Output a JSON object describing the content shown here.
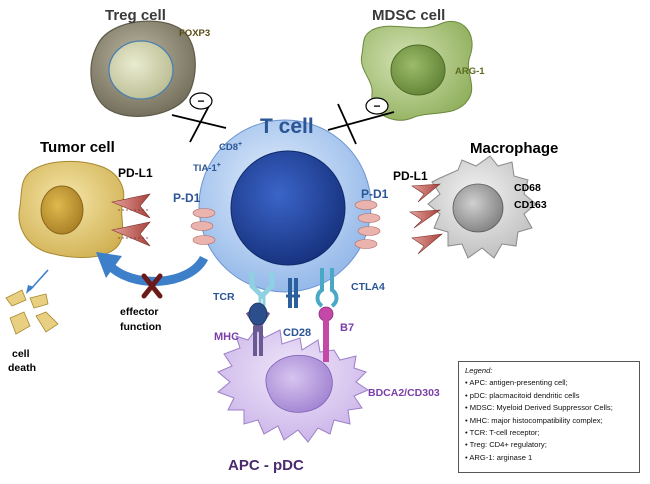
{
  "labels": {
    "treg_title": "Treg cell",
    "treg_marker": "FOXP3",
    "mdsc_title": "MDSC cell",
    "mdsc_marker": "ARG-1",
    "tcell_title": "T cell",
    "tcell_marker1": "CD8",
    "tcell_marker1_sup": "+",
    "tcell_marker2": "TIA-1",
    "tcell_marker2_sup": "+",
    "tumor_title": "Tumor cell",
    "tumor_ligand": "PD-L1",
    "pd1_left": "P-D1",
    "pd1_right": "P-D1",
    "macro_title": "Macrophage",
    "macro_ligand": "PD-L1",
    "macro_marker1": "CD68",
    "macro_marker2": "CD163",
    "effector_line1": "effector",
    "effector_line2": "function",
    "cell_death_line1": "cell",
    "cell_death_line2": "death",
    "tcr": "TCR",
    "ctla4": "CTLA4",
    "cd28": "CD28",
    "mhc": "MHC",
    "b7": "B7",
    "bdca": "BDCA2/CD303",
    "apc_title": "APC - pDC",
    "inhibit_symbol_left": "−",
    "inhibit_symbol_right": "−"
  },
  "legend": {
    "title": "Legend:",
    "items": [
      "APC: antigen-presenting cell;",
      "pDC: placmacitoid dendritic cells",
      "MDSC: Myeloid Derived Suppressor Cells;",
      "MHC: major histocompatibility complex;",
      "TCR: T-cell receptor;",
      "Treg: CD4+ regulatory;",
      "ARG-1: arginase 1"
    ]
  },
  "colors": {
    "treg_body": "#8a8672",
    "treg_nucleus": "#cdcfae",
    "mdsc_body": "#a8c27a",
    "mdsc_nucleus": "#7b9c4b",
    "tcell_body": "#b9d3f3",
    "tcell_nucleus": "#1f46a3",
    "tumor_body": "#e6cd77",
    "tumor_nucleus": "#c79b33",
    "macro_body": "#d4d4d4",
    "macro_nucleus": "#9a9a9a",
    "apc_body": "#d6c4ec",
    "apc_nucleus": "#b69ad8",
    "pd1": "#eab3ae",
    "pdl1": "#c9625c",
    "blue_label": "#2b5594",
    "purple_label": "#7a3fa8",
    "tumor_title": "#000000",
    "olive_text": "#5a6b1d",
    "arrow": "#3d7fc8",
    "block_x": "#6b1a1a",
    "tcr": "#8fd0e3",
    "cd28": "#2c5f9e",
    "ctla4": "#4aa8c7",
    "mhc": "#6a5a92",
    "b7": "#c348a8"
  }
}
